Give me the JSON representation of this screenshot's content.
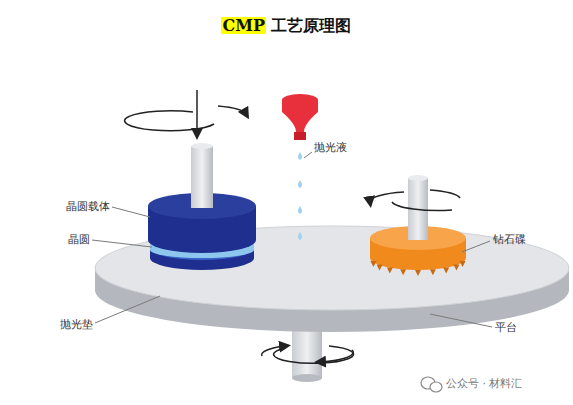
{
  "diagram": {
    "title": "CMP 工艺原理图",
    "labels": [
      "抛光液",
      "晶圆载体",
      "晶圆",
      "钻石碟",
      "抛光垫",
      "平台",
      "公众号 · 材料汇"
    ]
  }
}
